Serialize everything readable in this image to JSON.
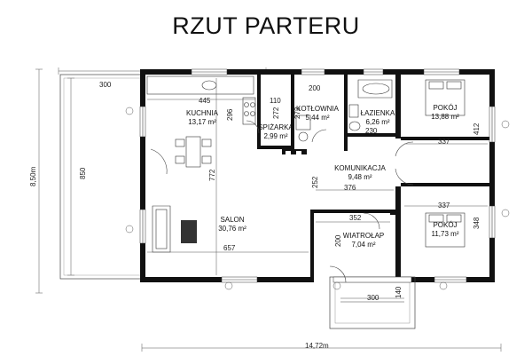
{
  "title": "RZUT PARTERU",
  "rooms": {
    "kuchnia": {
      "name": "KUCHNIA",
      "area": "13,17 m²"
    },
    "spizarka": {
      "name": "SPIŻARKA",
      "area": "2,99 m²"
    },
    "kotlownia": {
      "name": "KOTŁOWNIA",
      "area": "5,44 m²"
    },
    "lazienka": {
      "name": "ŁAZIENKA",
      "area": "6,26 m²"
    },
    "pokoj1": {
      "name": "POKÓJ",
      "area": "13,88 m²"
    },
    "komunikacja": {
      "name": "KOMUNIKACJA",
      "area": "9,48 m²"
    },
    "salon": {
      "name": "SALON",
      "area": "30,76 m²"
    },
    "wiatrolap": {
      "name": "WIATROŁAP",
      "area": "7,04 m²"
    },
    "pokoj2": {
      "name": "POKÓJ",
      "area": "11,73 m²"
    }
  },
  "dimensions": {
    "d300top": "300",
    "d445": "445",
    "d110": "110",
    "d200top": "200",
    "d296": "296",
    "d272a": "272",
    "d272b": "272",
    "d230": "230",
    "d412": "412",
    "d337a": "337",
    "d772": "772",
    "d252": "252",
    "d376": "376",
    "d352": "352",
    "d337b": "337",
    "d348": "348",
    "d200left": "200",
    "d657": "657",
    "d300bottom": "300",
    "d140": "140",
    "d850": "850",
    "d850m": "8,50m",
    "d1472m": "14,72m"
  }
}
